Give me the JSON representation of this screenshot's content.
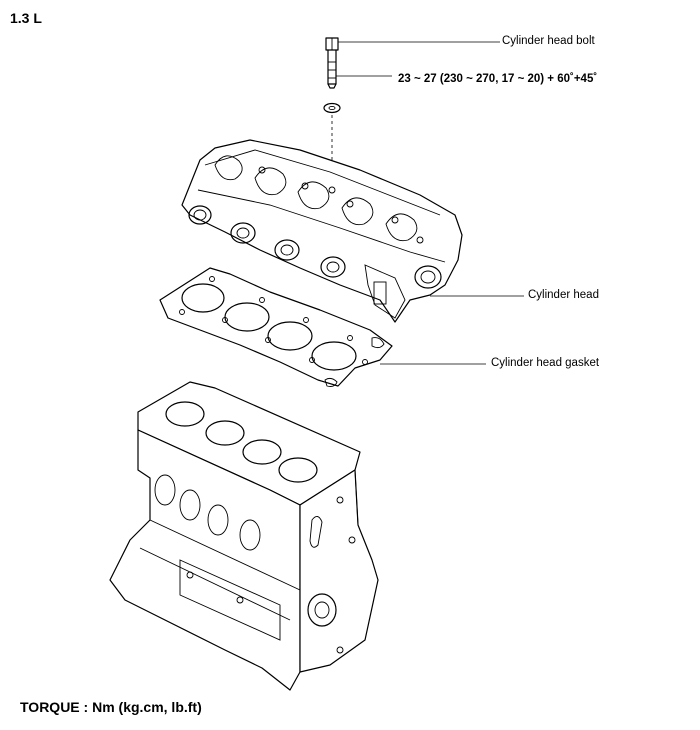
{
  "title": "1.3 L",
  "labels": {
    "bolt": "Cylinder head bolt",
    "torque_spec": "23 ~ 27 (230 ~ 270, 17 ~ 20) + 60˚+45˚",
    "head": "Cylinder head",
    "gasket": "Cylinder head gasket"
  },
  "footer": "TORQUE : Nm (kg.cm, lb.ft)"
}
